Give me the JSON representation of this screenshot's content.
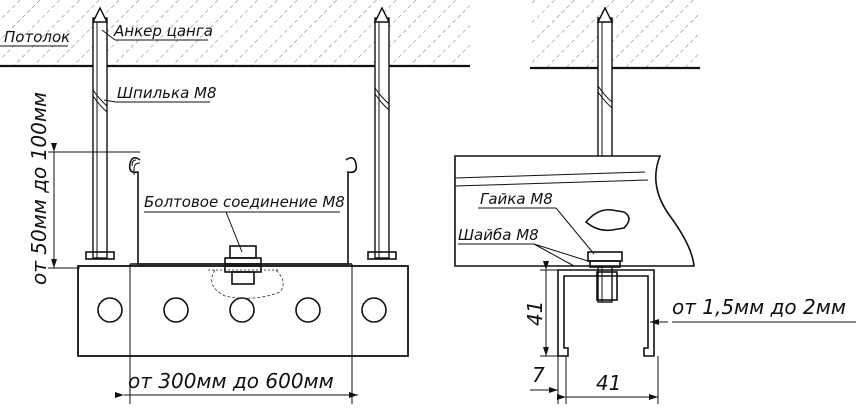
{
  "labels": {
    "ceiling": "Потолок",
    "anchor": "Анкер цанга",
    "stud": "Шпилька М8",
    "bolt": "Болтовое соединение М8",
    "nut": "Гайка М8",
    "washer": "Шайба М8",
    "height_range": "от 50мм до 100мм",
    "width_range": "от 300мм до 600мм",
    "thickness_range": "от 1,5мм до 2мм",
    "dim_height": "41",
    "dim_width": "41",
    "dim_lip": "7"
  }
}
